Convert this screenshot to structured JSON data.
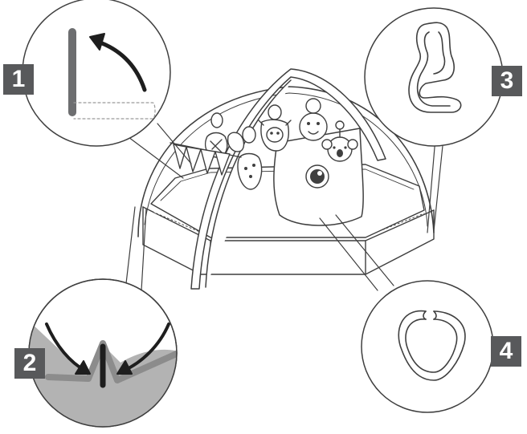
{
  "steps": [
    {
      "number": "1",
      "icon": "fold-up-arrow-icon"
    },
    {
      "number": "2",
      "icon": "press-together-arrows-icon"
    },
    {
      "number": "3",
      "icon": "c-clip-icon"
    },
    {
      "number": "4",
      "icon": "ring-link-icon"
    }
  ],
  "colors": {
    "line": "#3f3f3f",
    "badge": "#58595b",
    "callout_fill": "#ffffff",
    "callout_grey": "#b3b3b3",
    "arrow": "#1e1e1e"
  }
}
